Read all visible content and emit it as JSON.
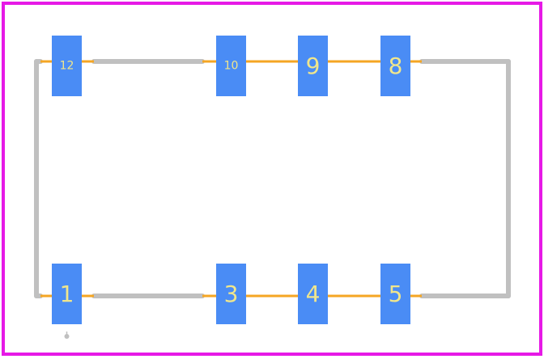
{
  "colors": {
    "board_outline": "#e619e6",
    "silkscreen": "#c0c0c0",
    "copper_trace": "#f5a623",
    "pad_fill": "#4a8cf5",
    "pad_text": "#f0e68c",
    "pin1_marker": "#c0c0c0",
    "background": "#ffffff"
  },
  "pads": {
    "top": [
      {
        "label": "12",
        "size": "small"
      },
      {
        "label": "10",
        "size": "small"
      },
      {
        "label": "9",
        "size": "large"
      },
      {
        "label": "8",
        "size": "large"
      }
    ],
    "bottom": [
      {
        "label": "1",
        "size": "large"
      },
      {
        "label": "3",
        "size": "large"
      },
      {
        "label": "4",
        "size": "large"
      },
      {
        "label": "5",
        "size": "large"
      }
    ]
  },
  "pin1_marker_icon": "pin1-dot-icon"
}
